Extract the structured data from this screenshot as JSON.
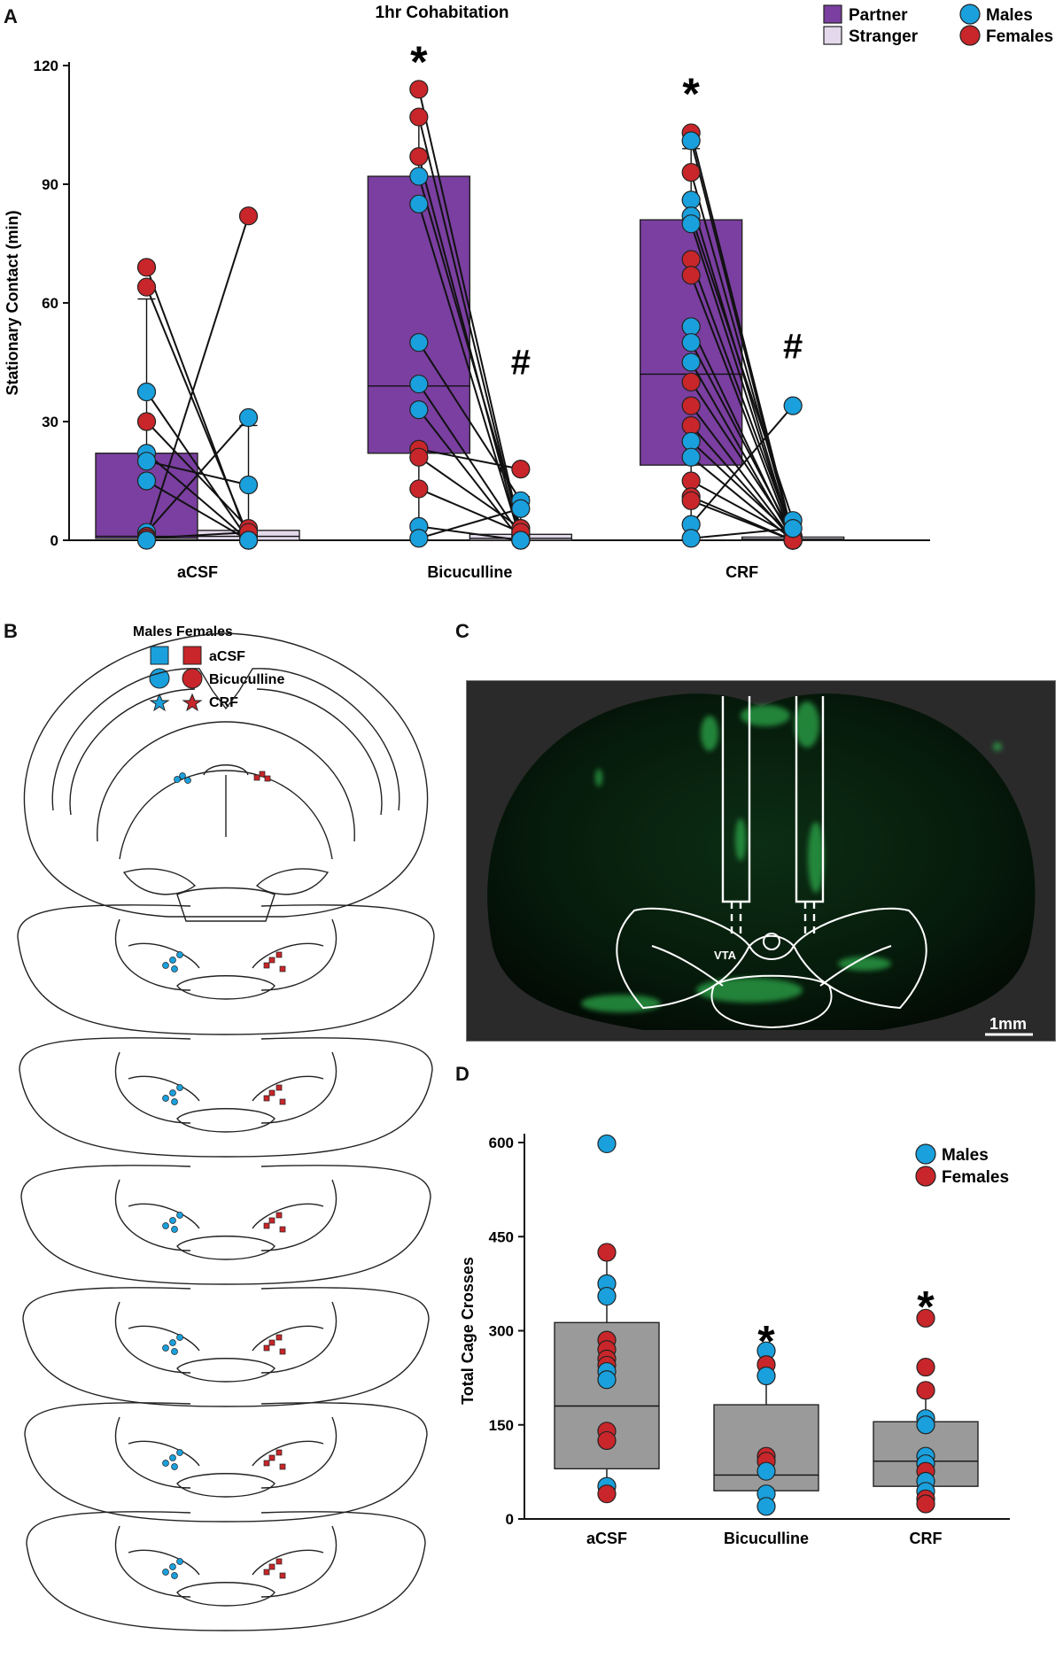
{
  "panels": {
    "a": "A",
    "b": "B",
    "c": "C",
    "d": "D"
  },
  "colors": {
    "partner": "#7a3fa0",
    "stranger": "#e4d9ec",
    "males": "#1aa0dc",
    "females": "#c8262a",
    "box_d": "#9a9a9a",
    "fluor": "#1f9a3c"
  },
  "chart_data": [
    {
      "id": "A",
      "type": "bar",
      "title": "1hr Cohabitation",
      "ylabel": "Stationary Contact (min)",
      "ylim": [
        0,
        120
      ],
      "yticks": [
        0,
        30,
        60,
        90,
        120
      ],
      "categories": [
        "aCSF",
        "Bicuculline",
        "CRF"
      ],
      "legend": [
        {
          "label": "Partner",
          "kind": "box",
          "color_key": "partner"
        },
        {
          "label": "Stranger",
          "kind": "box",
          "color_key": "stranger"
        },
        {
          "label": "Males",
          "kind": "dot",
          "color_key": "males"
        },
        {
          "label": "Females",
          "kind": "dot",
          "color_key": "females"
        }
      ],
      "series": [
        {
          "name": "Partner",
          "boxes": [
            {
              "q1": 0.5,
              "median": 1,
              "q3": 22,
              "whisker_low": 0,
              "whisker_high": 61
            },
            {
              "q1": 22,
              "median": 39,
              "q3": 92,
              "whisker_low": 0,
              "whisker_high": 107
            },
            {
              "q1": 19,
              "median": 42,
              "q3": 81,
              "whisker_low": 4,
              "whisker_high": 99
            }
          ]
        },
        {
          "name": "Stranger",
          "boxes": [
            {
              "q1": 0,
              "median": 1,
              "q3": 2.5,
              "whisker_low": 0,
              "whisker_high": 29
            },
            {
              "q1": 0,
              "median": 0.5,
              "q3": 1.5,
              "whisker_low": 0,
              "whisker_high": 11
            },
            {
              "q1": 0,
              "median": 0.3,
              "q3": 0.8,
              "whisker_low": 0,
              "whisker_high": 4
            }
          ]
        }
      ],
      "pairs": [
        [
          {
            "p": 69,
            "s": 0,
            "sex": "F"
          },
          {
            "p": 64,
            "s": 1,
            "sex": "F"
          },
          {
            "p": 37.5,
            "s": 0,
            "sex": "M"
          },
          {
            "p": 30,
            "s": 3,
            "sex": "F"
          },
          {
            "p": 22,
            "s": 0,
            "sex": "M"
          },
          {
            "p": 20,
            "s": 14,
            "sex": "M"
          },
          {
            "p": 15,
            "s": 0,
            "sex": "M"
          },
          {
            "p": 2,
            "s": 31,
            "sex": "M"
          },
          {
            "p": 1,
            "s": 82,
            "sex": "F"
          },
          {
            "p": 0.5,
            "s": 2,
            "sex": "F"
          },
          {
            "p": 0,
            "s": 0,
            "sex": "M"
          }
        ],
        [
          {
            "p": 114,
            "s": 2,
            "sex": "F"
          },
          {
            "p": 107,
            "s": 1,
            "sex": "F"
          },
          {
            "p": 97,
            "s": 0,
            "sex": "F"
          },
          {
            "p": 92,
            "s": 3,
            "sex": "M"
          },
          {
            "p": 85,
            "s": 0,
            "sex": "M"
          },
          {
            "p": 50,
            "s": 10,
            "sex": "M"
          },
          {
            "p": 39.5,
            "s": 1,
            "sex": "M"
          },
          {
            "p": 33,
            "s": 0,
            "sex": "M"
          },
          {
            "p": 23,
            "s": 18,
            "sex": "F"
          },
          {
            "p": 21,
            "s": 3,
            "sex": "F"
          },
          {
            "p": 13,
            "s": 2,
            "sex": "F"
          },
          {
            "p": 3.5,
            "s": 0,
            "sex": "M"
          },
          {
            "p": 0.5,
            "s": 8,
            "sex": "M"
          }
        ],
        [
          {
            "p": 103,
            "s": 1,
            "sex": "F"
          },
          {
            "p": 101,
            "s": 0,
            "sex": "M"
          },
          {
            "p": 93,
            "s": 1,
            "sex": "F"
          },
          {
            "p": 86,
            "s": 0,
            "sex": "M"
          },
          {
            "p": 82,
            "s": 5,
            "sex": "M"
          },
          {
            "p": 80,
            "s": 0,
            "sex": "M"
          },
          {
            "p": 71,
            "s": 1,
            "sex": "F"
          },
          {
            "p": 67,
            "s": 0,
            "sex": "F"
          },
          {
            "p": 54,
            "s": 0,
            "sex": "M"
          },
          {
            "p": 50,
            "s": 1,
            "sex": "M"
          },
          {
            "p": 45,
            "s": 0,
            "sex": "M"
          },
          {
            "p": 40,
            "s": 1,
            "sex": "F"
          },
          {
            "p": 34,
            "s": 0,
            "sex": "F"
          },
          {
            "p": 29,
            "s": 0,
            "sex": "F"
          },
          {
            "p": 25,
            "s": 1,
            "sex": "M"
          },
          {
            "p": 21,
            "s": 0,
            "sex": "M"
          },
          {
            "p": 15,
            "s": 1,
            "sex": "F"
          },
          {
            "p": 11,
            "s": 0,
            "sex": "F"
          },
          {
            "p": 10,
            "s": 0,
            "sex": "F"
          },
          {
            "p": 4,
            "s": 34,
            "sex": "M"
          },
          {
            "p": 0.5,
            "s": 3,
            "sex": "M"
          }
        ]
      ],
      "annotations": [
        {
          "category": 1,
          "series": "Partner",
          "text": "*",
          "y": 122
        },
        {
          "category": 2,
          "series": "Partner",
          "text": "*",
          "y": 114
        },
        {
          "category": 1,
          "series": "Stranger",
          "text": "#",
          "y": 42
        },
        {
          "category": 2,
          "series": "Stranger",
          "text": "#",
          "y": 46
        }
      ]
    },
    {
      "id": "D",
      "type": "bar",
      "title": "",
      "ylabel": "Total Cage Crosses",
      "ylim": [
        0,
        600
      ],
      "yticks": [
        0,
        150,
        300,
        450,
        600
      ],
      "categories": [
        "aCSF",
        "Bicuculline",
        "CRF"
      ],
      "legend": [
        {
          "label": "Males",
          "kind": "dot",
          "color_key": "males"
        },
        {
          "label": "Females",
          "kind": "dot",
          "color_key": "females"
        }
      ],
      "boxes": [
        {
          "q1": 80,
          "median": 180,
          "q3": 313,
          "whisker_low": 40,
          "whisker_high": 420
        },
        {
          "q1": 45,
          "median": 70,
          "q3": 182,
          "whisker_low": 20,
          "whisker_high": 242
        },
        {
          "q1": 52,
          "median": 92,
          "q3": 155,
          "whisker_low": 22,
          "whisker_high": 206
        }
      ],
      "points": [
        [
          {
            "v": 598,
            "sex": "M"
          },
          {
            "v": 425,
            "sex": "F"
          },
          {
            "v": 375,
            "sex": "M"
          },
          {
            "v": 355,
            "sex": "M"
          },
          {
            "v": 285,
            "sex": "F"
          },
          {
            "v": 270,
            "sex": "F"
          },
          {
            "v": 255,
            "sex": "F"
          },
          {
            "v": 245,
            "sex": "F"
          },
          {
            "v": 235,
            "sex": "M"
          },
          {
            "v": 222,
            "sex": "M"
          },
          {
            "v": 140,
            "sex": "F"
          },
          {
            "v": 125,
            "sex": "F"
          },
          {
            "v": 52,
            "sex": "M"
          },
          {
            "v": 40,
            "sex": "F"
          }
        ],
        [
          {
            "v": 268,
            "sex": "M"
          },
          {
            "v": 246,
            "sex": "F"
          },
          {
            "v": 228,
            "sex": "M"
          },
          {
            "v": 100,
            "sex": "F"
          },
          {
            "v": 92,
            "sex": "F"
          },
          {
            "v": 76,
            "sex": "M"
          },
          {
            "v": 40,
            "sex": "M"
          },
          {
            "v": 20,
            "sex": "M"
          }
        ],
        [
          {
            "v": 320,
            "sex": "F"
          },
          {
            "v": 242,
            "sex": "F"
          },
          {
            "v": 205,
            "sex": "F"
          },
          {
            "v": 160,
            "sex": "M"
          },
          {
            "v": 150,
            "sex": "M"
          },
          {
            "v": 100,
            "sex": "M"
          },
          {
            "v": 88,
            "sex": "M"
          },
          {
            "v": 76,
            "sex": "F"
          },
          {
            "v": 60,
            "sex": "M"
          },
          {
            "v": 44,
            "sex": "M"
          },
          {
            "v": 32,
            "sex": "F"
          },
          {
            "v": 24,
            "sex": "F"
          }
        ]
      ],
      "annotations": [
        {
          "category": 1,
          "text": "*",
          "y": 290
        },
        {
          "category": 2,
          "text": "*",
          "y": 345
        }
      ]
    }
  ],
  "panel_b": {
    "legend_header": "Males Females",
    "legend_items": [
      "aCSF",
      "Bicuculline",
      "CRF"
    ]
  },
  "panel_c": {
    "region_label": "VTA",
    "scale_label": "1mm"
  }
}
